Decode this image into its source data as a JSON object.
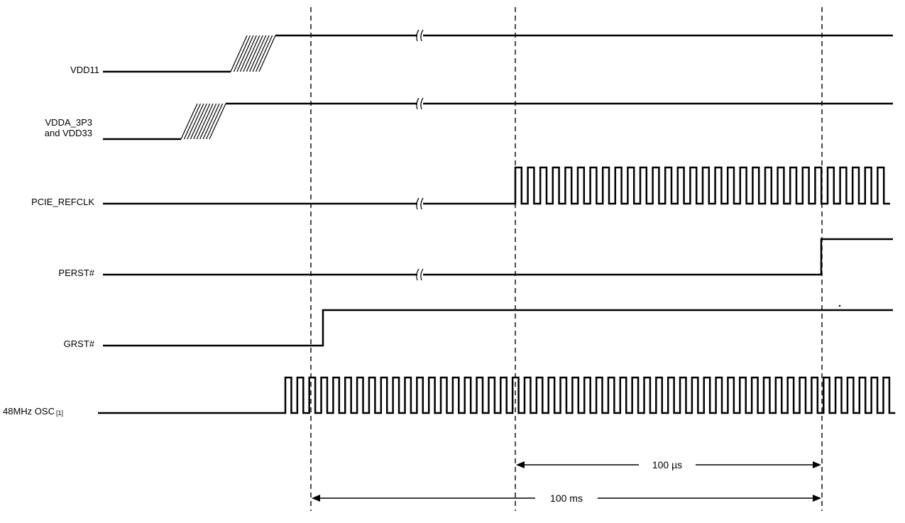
{
  "signals": [
    {
      "id": "vdd11",
      "label_lines": [
        "VDD11"
      ],
      "kind": "ramp"
    },
    {
      "id": "vdda",
      "label_lines": [
        "VDDA_3P3",
        "and VDD33"
      ],
      "kind": "ramp"
    },
    {
      "id": "pcie_refclk",
      "label_lines": [
        "PCIE_REFCLK"
      ],
      "kind": "clock"
    },
    {
      "id": "perst",
      "label_lines": [
        "PERST#"
      ],
      "kind": "step"
    },
    {
      "id": "grst",
      "label_lines": [
        "GRST#"
      ],
      "kind": "step"
    },
    {
      "id": "osc48",
      "label_lines": [
        "48MHz OSC"
      ],
      "label_suffix": "[1]",
      "kind": "clock"
    }
  ],
  "dimensions": [
    {
      "id": "dim-100us",
      "label": "100 µs"
    },
    {
      "id": "dim-100ms",
      "label": "100 ms"
    }
  ]
}
